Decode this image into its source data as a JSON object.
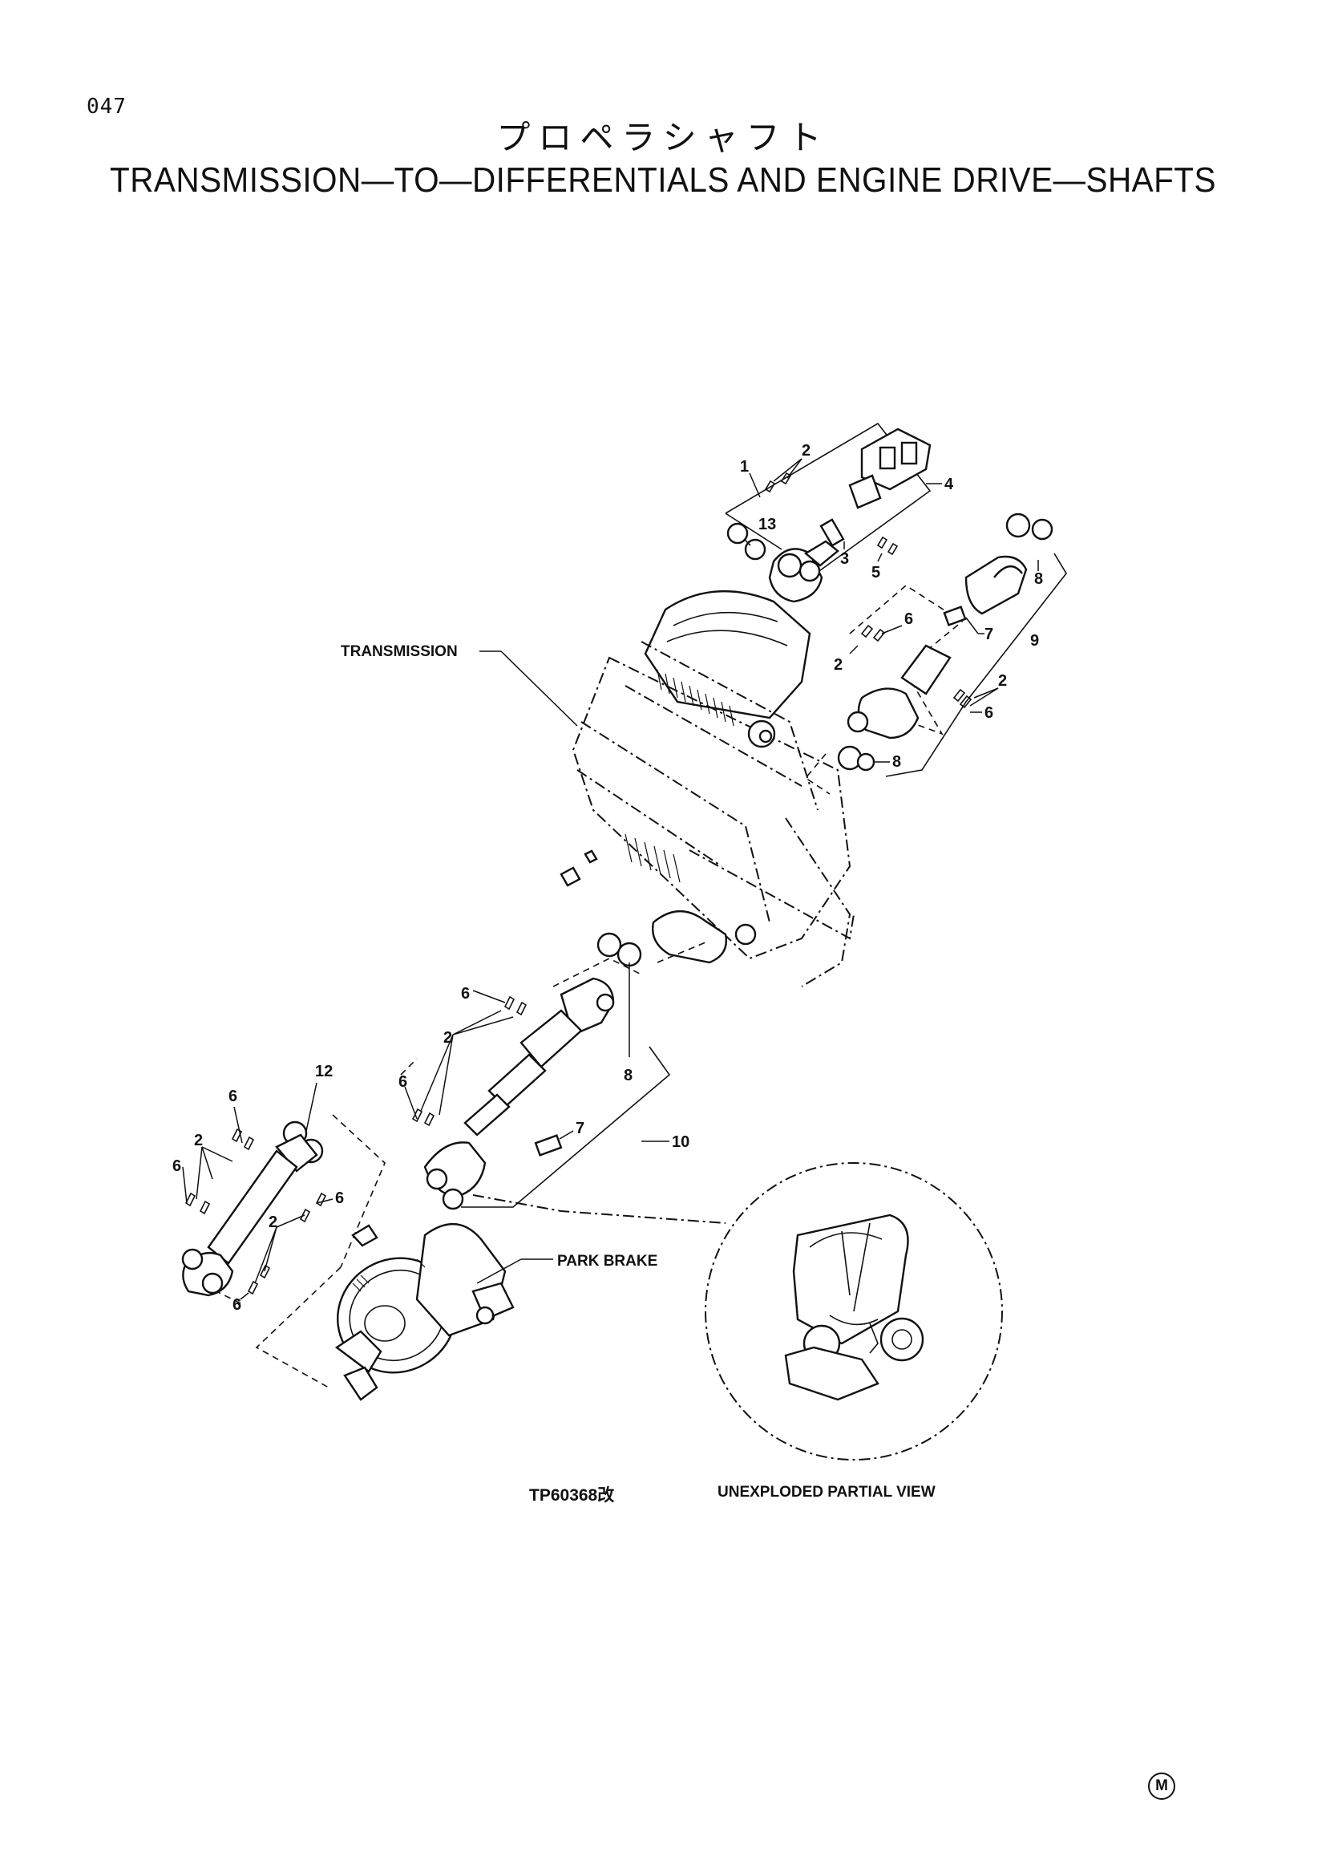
{
  "page_number": "047",
  "title_japanese": "プロペラシャフト",
  "title_english": "TRANSMISSION—TO—DIFFERENTIALS AND ENGINE DRIVE—SHAFTS",
  "labels": {
    "transmission": "TRANSMISSION",
    "park_brake": "PARK BRAKE"
  },
  "callouts": [
    "1",
    "2",
    "13",
    "4",
    "3",
    "5",
    "8",
    "6",
    "7",
    "9",
    "2",
    "6",
    "8",
    "6",
    "2",
    "8",
    "12",
    "6",
    "7",
    "10",
    "6",
    "2",
    "6",
    "6",
    "2",
    "6"
  ],
  "figure_reference": "TP60368改",
  "inset_caption": "UNEXPLODED PARTIAL VIEW",
  "corner_mark": "M"
}
